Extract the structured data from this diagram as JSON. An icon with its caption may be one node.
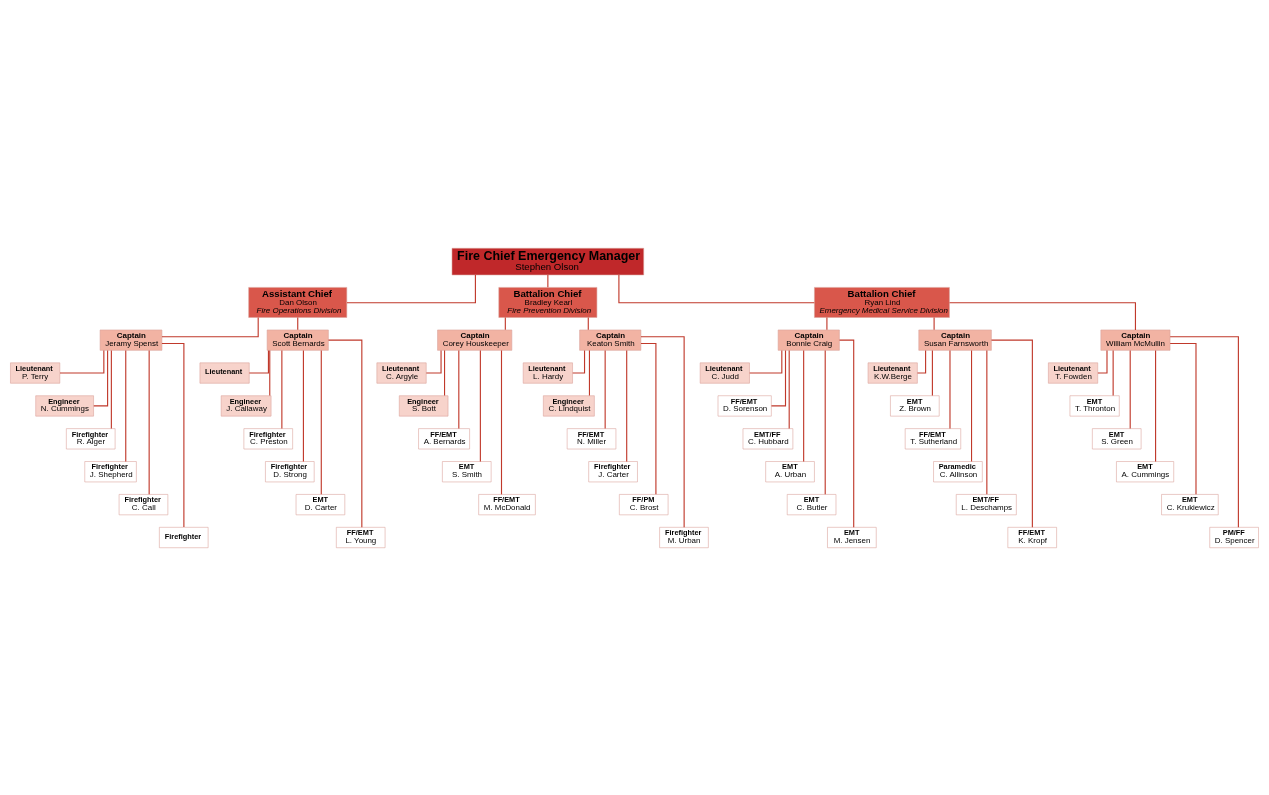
{
  "diagram": {
    "nodes": [
      {
        "text": [
          "Fire Chief Emergency Manager",
          "Stephen Olson"
        ]
      },
      {
        "text": [
          "Assistant Chief",
          "Dan Olson",
          "Fire Operations Division"
        ]
      },
      {
        "text": [
          "Battalion Chief",
          "Bradley Kearl",
          "Fire Prevention Division"
        ]
      },
      {
        "text": [
          "Battalion Chief",
          "Ryan Lind",
          "Emergency Medical Service Division"
        ]
      },
      {
        "text": [
          "Captain",
          "Jeramy Spenst"
        ]
      },
      {
        "text": [
          "Lieutenant",
          "P. Terry"
        ]
      },
      {
        "text": [
          "Engineer",
          "N. Cummings"
        ]
      },
      {
        "text": [
          "Firefighter",
          "R. Alger"
        ]
      },
      {
        "text": [
          "Firefighter",
          "J. Shepherd"
        ]
      },
      {
        "text": [
          "Firefighter",
          "C. Call"
        ]
      },
      {
        "text": [
          "Firefighter"
        ]
      },
      {
        "text": [
          "Captain",
          "Scott Bernards"
        ]
      },
      {
        "text": [
          "Lieutenant"
        ]
      },
      {
        "text": [
          "Engineer",
          "J. Callaway"
        ]
      },
      {
        "text": [
          "Firefighter",
          "C. Preston"
        ]
      },
      {
        "text": [
          "Firefighter",
          "D. Strong"
        ]
      },
      {
        "text": [
          "EMT",
          "D. Carter"
        ]
      },
      {
        "text": [
          "FF/EMT",
          "L. Young"
        ]
      },
      {
        "text": [
          "Captain",
          "Corey Houskeeper"
        ]
      },
      {
        "text": [
          "Lieutenant",
          "C. Argyle"
        ]
      },
      {
        "text": [
          "Engineer",
          "S. Bott"
        ]
      },
      {
        "text": [
          "FF/EMT",
          "A. Bernards"
        ]
      },
      {
        "text": [
          "EMT",
          "S. Smith"
        ]
      },
      {
        "text": [
          "FF/EMT",
          "M. McDonald"
        ]
      },
      {
        "text": [
          "Captain",
          "Keaton Smith"
        ]
      },
      {
        "text": [
          "Lieutenant",
          "L. Hardy"
        ]
      },
      {
        "text": [
          "Engineer",
          "C. Lindquist"
        ]
      },
      {
        "text": [
          "FF/EMT",
          "N. Miller"
        ]
      },
      {
        "text": [
          "Firefighter",
          "J. Carter"
        ]
      },
      {
        "text": [
          "FF/PM",
          "C. Brost"
        ]
      },
      {
        "text": [
          "Firefighter",
          "M. Urban"
        ]
      },
      {
        "text": [
          "Captain",
          "Bonnie Craig"
        ]
      },
      {
        "text": [
          "Lieutenant",
          "C. Judd"
        ]
      },
      {
        "text": [
          "FF/EMT",
          "D. Sorenson"
        ]
      },
      {
        "text": [
          "EMT/FF",
          "C. Hubbard"
        ]
      },
      {
        "text": [
          "EMT",
          "A. Urban"
        ]
      },
      {
        "text": [
          "EMT",
          "C. Butler"
        ]
      },
      {
        "text": [
          "EMT",
          "M. Jensen"
        ]
      },
      {
        "text": [
          "Captain",
          "Susan Farnsworth"
        ]
      },
      {
        "text": [
          "Lieutenant",
          "K.W.Berge"
        ]
      },
      {
        "text": [
          "EMT",
          "Z. Brown"
        ]
      },
      {
        "text": [
          "FF/EMT",
          "T. Sutherland"
        ]
      },
      {
        "text": [
          "Paramedic",
          "C. Allinson"
        ]
      },
      {
        "text": [
          "EMT/FF",
          "L. Deschamps"
        ]
      },
      {
        "text": [
          "FF/EMT",
          "K. Kropf"
        ]
      },
      {
        "text": [
          "Captain",
          "William McMullin"
        ]
      },
      {
        "text": [
          "Lieutenant",
          "T. Fowden"
        ]
      },
      {
        "text": [
          "EMT",
          "T. Thronton"
        ]
      },
      {
        "text": [
          "EMT",
          "S. Green"
        ]
      },
      {
        "text": [
          "EMT",
          "A. Cummings"
        ]
      },
      {
        "text": [
          "EMT",
          "C. Krukiewicz"
        ]
      },
      {
        "text": [
          "PM/FF",
          "D. Spencer"
        ]
      }
    ],
    "edges": [
      {
        "from": 0,
        "to": 1,
        "arrow": "none"
      },
      {
        "from": 0,
        "to": 2,
        "arrow": "none"
      },
      {
        "from": 0,
        "to": 3,
        "arrow": "none"
      },
      {
        "from": 1,
        "to": 4,
        "arrow": "none"
      },
      {
        "from": 1,
        "to": 11,
        "arrow": "none"
      },
      {
        "from": 2,
        "to": 18,
        "arrow": "none"
      },
      {
        "from": 2,
        "to": 24,
        "arrow": "none"
      },
      {
        "from": 3,
        "to": 31,
        "arrow": "none"
      },
      {
        "from": 3,
        "to": 38,
        "arrow": "none"
      },
      {
        "from": 3,
        "to": 45,
        "arrow": "none"
      },
      {
        "from": 4,
        "to": 5,
        "arrow": "none"
      },
      {
        "from": 4,
        "to": 6,
        "arrow": "none"
      },
      {
        "from": 4,
        "to": 7,
        "arrow": "none"
      },
      {
        "from": 4,
        "to": 8,
        "arrow": "none"
      },
      {
        "from": 4,
        "to": 9,
        "arrow": "none"
      },
      {
        "from": 4,
        "to": 10,
        "arrow": "none"
      },
      {
        "from": 11,
        "to": 12,
        "arrow": "none"
      },
      {
        "from": 11,
        "to": 13,
        "arrow": "none"
      },
      {
        "from": 11,
        "to": 14,
        "arrow": "none"
      },
      {
        "from": 11,
        "to": 15,
        "arrow": "none"
      },
      {
        "from": 11,
        "to": 16,
        "arrow": "none"
      },
      {
        "from": 11,
        "to": 17,
        "arrow": "none"
      },
      {
        "from": 18,
        "to": 19,
        "arrow": "none"
      },
      {
        "from": 18,
        "to": 20,
        "arrow": "none"
      },
      {
        "from": 18,
        "to": 21,
        "arrow": "none"
      },
      {
        "from": 18,
        "to": 22,
        "arrow": "none"
      },
      {
        "from": 18,
        "to": 23,
        "arrow": "none"
      },
      {
        "from": 24,
        "to": 25,
        "arrow": "none"
      },
      {
        "from": 24,
        "to": 26,
        "arrow": "none"
      },
      {
        "from": 24,
        "to": 27,
        "arrow": "none"
      },
      {
        "from": 24,
        "to": 28,
        "arrow": "none"
      },
      {
        "from": 24,
        "to": 29,
        "arrow": "none"
      },
      {
        "from": 24,
        "to": 30,
        "arrow": "none"
      },
      {
        "from": 31,
        "to": 32,
        "arrow": "none"
      },
      {
        "from": 31,
        "to": 33,
        "arrow": "none"
      },
      {
        "from": 31,
        "to": 34,
        "arrow": "none"
      },
      {
        "from": 31,
        "to": 35,
        "arrow": "none"
      },
      {
        "from": 31,
        "to": 36,
        "arrow": "none"
      },
      {
        "from": 31,
        "to": 37,
        "arrow": "none"
      },
      {
        "from": 38,
        "to": 39,
        "arrow": "none"
      },
      {
        "from": 38,
        "to": 40,
        "arrow": "none"
      },
      {
        "from": 38,
        "to": 41,
        "arrow": "none"
      },
      {
        "from": 38,
        "to": 42,
        "arrow": "none"
      },
      {
        "from": 38,
        "to": 43,
        "arrow": "none"
      },
      {
        "from": 38,
        "to": 44,
        "arrow": "none"
      },
      {
        "from": 45,
        "to": 46,
        "arrow": "none"
      },
      {
        "from": 45,
        "to": 47,
        "arrow": "none"
      },
      {
        "from": 45,
        "to": 48,
        "arrow": "none"
      },
      {
        "from": 45,
        "to": 49,
        "arrow": "none"
      },
      {
        "from": 45,
        "to": 50,
        "arrow": "none"
      },
      {
        "from": 45,
        "to": 51,
        "arrow": "none"
      }
    ]
  }
}
